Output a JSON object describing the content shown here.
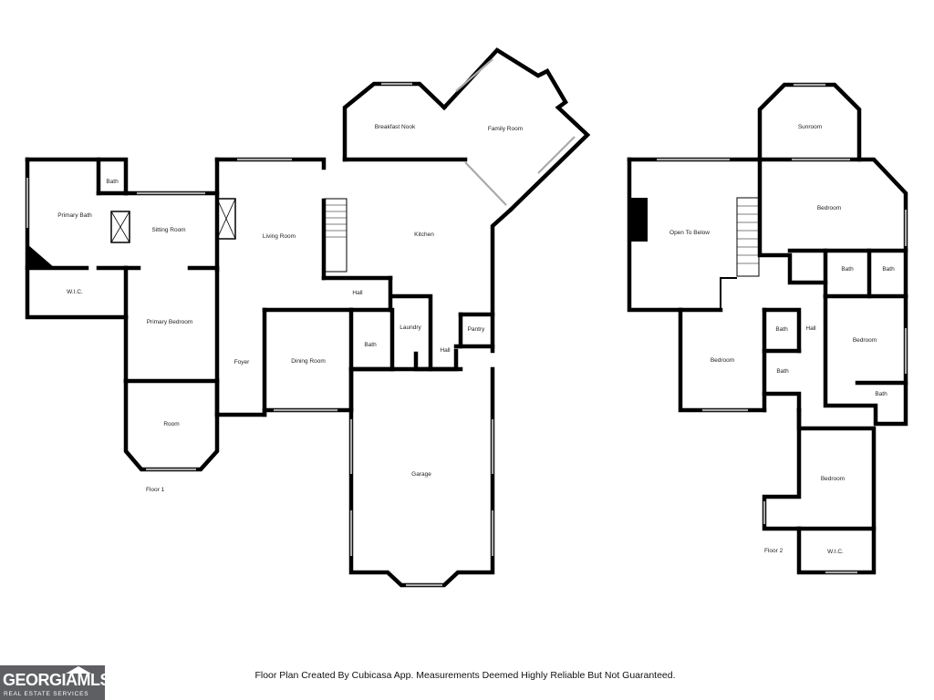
{
  "floor1": {
    "label": "Floor 1",
    "rooms": {
      "primary_bath": "Primary Bath",
      "bath_top": "Bath",
      "sitting_room": "Sitting Room",
      "living_room": "Living Room",
      "breakfast_nook": "Breakfast Nook",
      "family_room": "Family Room",
      "kitchen": "Kitchen",
      "wic": "W.I.C.",
      "primary_bedroom": "Primary Bedroom",
      "hall_upper": "Hall",
      "laundry": "Laundry",
      "pantry": "Pantry",
      "bath_small": "Bath",
      "hall_lower": "Hall",
      "foyer": "Foyer",
      "dining_room": "Dining Room",
      "room": "Room",
      "garage": "Garage"
    }
  },
  "floor2": {
    "label": "Floor 2",
    "rooms": {
      "sunroom": "Sunroom",
      "bedroom_top": "Bedroom",
      "open_to_below": "Open To Below",
      "bath_a": "Bath",
      "bath_b": "Bath",
      "bath_c": "Bath",
      "hall": "Hall",
      "bedroom_right": "Bedroom",
      "bedroom_left": "Bedroom",
      "bath_d": "Bath",
      "bath_e": "Bath",
      "bedroom_bottom": "Bedroom",
      "wic": "W.I.C."
    }
  },
  "footer": {
    "disclaimer": "Floor Plan Created By Cubicasa App. Measurements Deemed Highly Reliable But Not Guaranteed."
  },
  "logo": {
    "text": "GEORGIAMLS",
    "subtext": "REAL ESTATE SERVICES"
  }
}
